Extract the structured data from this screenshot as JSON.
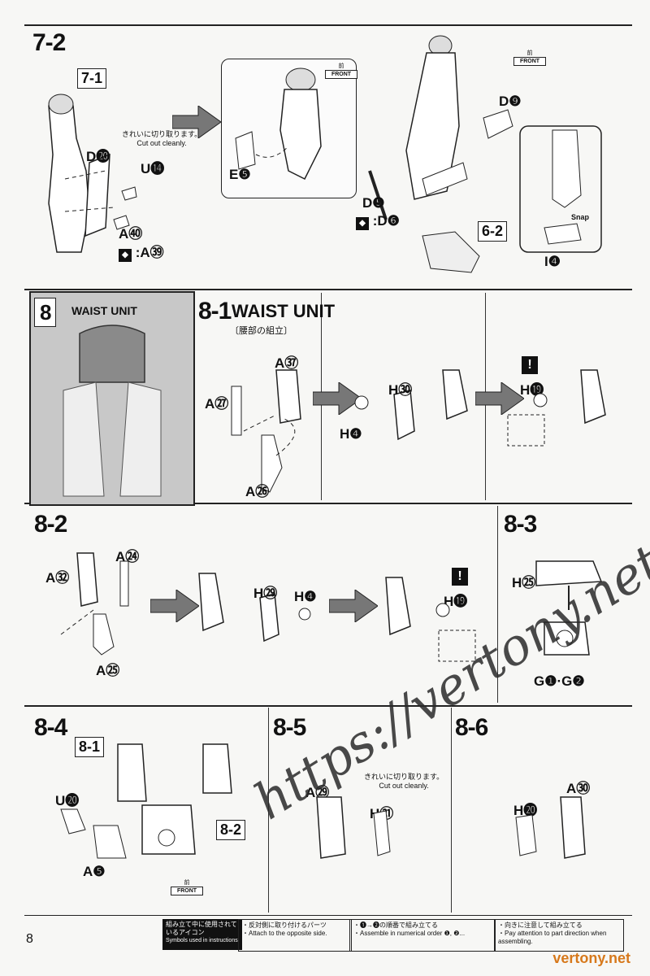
{
  "steps": {
    "s7_2": "7-2",
    "s8": "8",
    "s8_title": "WAIST UNIT",
    "s8_1": "8-1",
    "s8_1_title": "WAIST UNIT",
    "s8_1_sub": "〔腰部の組立〕",
    "s8_2": "8-2",
    "s8_3": "8-3",
    "s8_4": "8-4",
    "s8_5": "8-5",
    "s8_6": "8-6"
  },
  "box_labels": {
    "b7_1": "7-1",
    "b6_2": "6-2",
    "b8_1": "8-1",
    "b8_2": "8-2"
  },
  "parts": {
    "p7_D20": "D⓴",
    "p7_U14": "U⓮",
    "p7_A40": "A㊵",
    "p7_A39": ":A㊴",
    "p7_E5": "E❺",
    "p7_D9": "D❾",
    "p7_D5": "D❺",
    "p7_D6": ":D❻",
    "p7_I4": "I❹",
    "p81_A37": "A㊲",
    "p81_A27": "A㉗",
    "p81_A26": "A㉖",
    "p81_H30": "H㉚",
    "p81_H4": "H❹",
    "p81_H19": "H⓳",
    "p82_A24": "A㉔",
    "p82_A32": "A㉜",
    "p82_A25": "A㉕",
    "p82_H29": "H㉙",
    "p82_H4": "H❹",
    "p82_H19": "H⓳",
    "p83_H25": "H㉕",
    "p83_G": "G❶·G❷",
    "p84_U20": "U⓴",
    "p84_A5": "A❺",
    "p85_A29": "A㉙",
    "p85_H21": "H㉑",
    "p86_A30": "A㉚",
    "p86_H20": "H⓴"
  },
  "notes": {
    "cut_jp": "きれいに切り取ります。",
    "cut_en": "Cut out cleanly.",
    "front_jp": "前",
    "front_en": "FRONT",
    "snap": "Snap"
  },
  "footer": {
    "legend_title": "組み立て中に使用されているアイコン",
    "legend_en": "Symbols used in instructions",
    "opp_jp": "・反対側に取り付けるパーツ",
    "opp_en": "・Attach to the opposite side.",
    "order_jp": "・❶→❷の順番で組み立てる",
    "order_en": "・Assemble in numerical order ❶, ❷...",
    "attn_jp": "・向きに注意して組み立てる",
    "attn_en": "・Pay attention to part direction when assembling.",
    "page_number": "8",
    "site": "vertony.net"
  },
  "watermark": "https://vertony.net/",
  "colors": {
    "rule": "#222222",
    "panel_gray": "#c8c8c8",
    "site_orange": "#d7791c"
  }
}
